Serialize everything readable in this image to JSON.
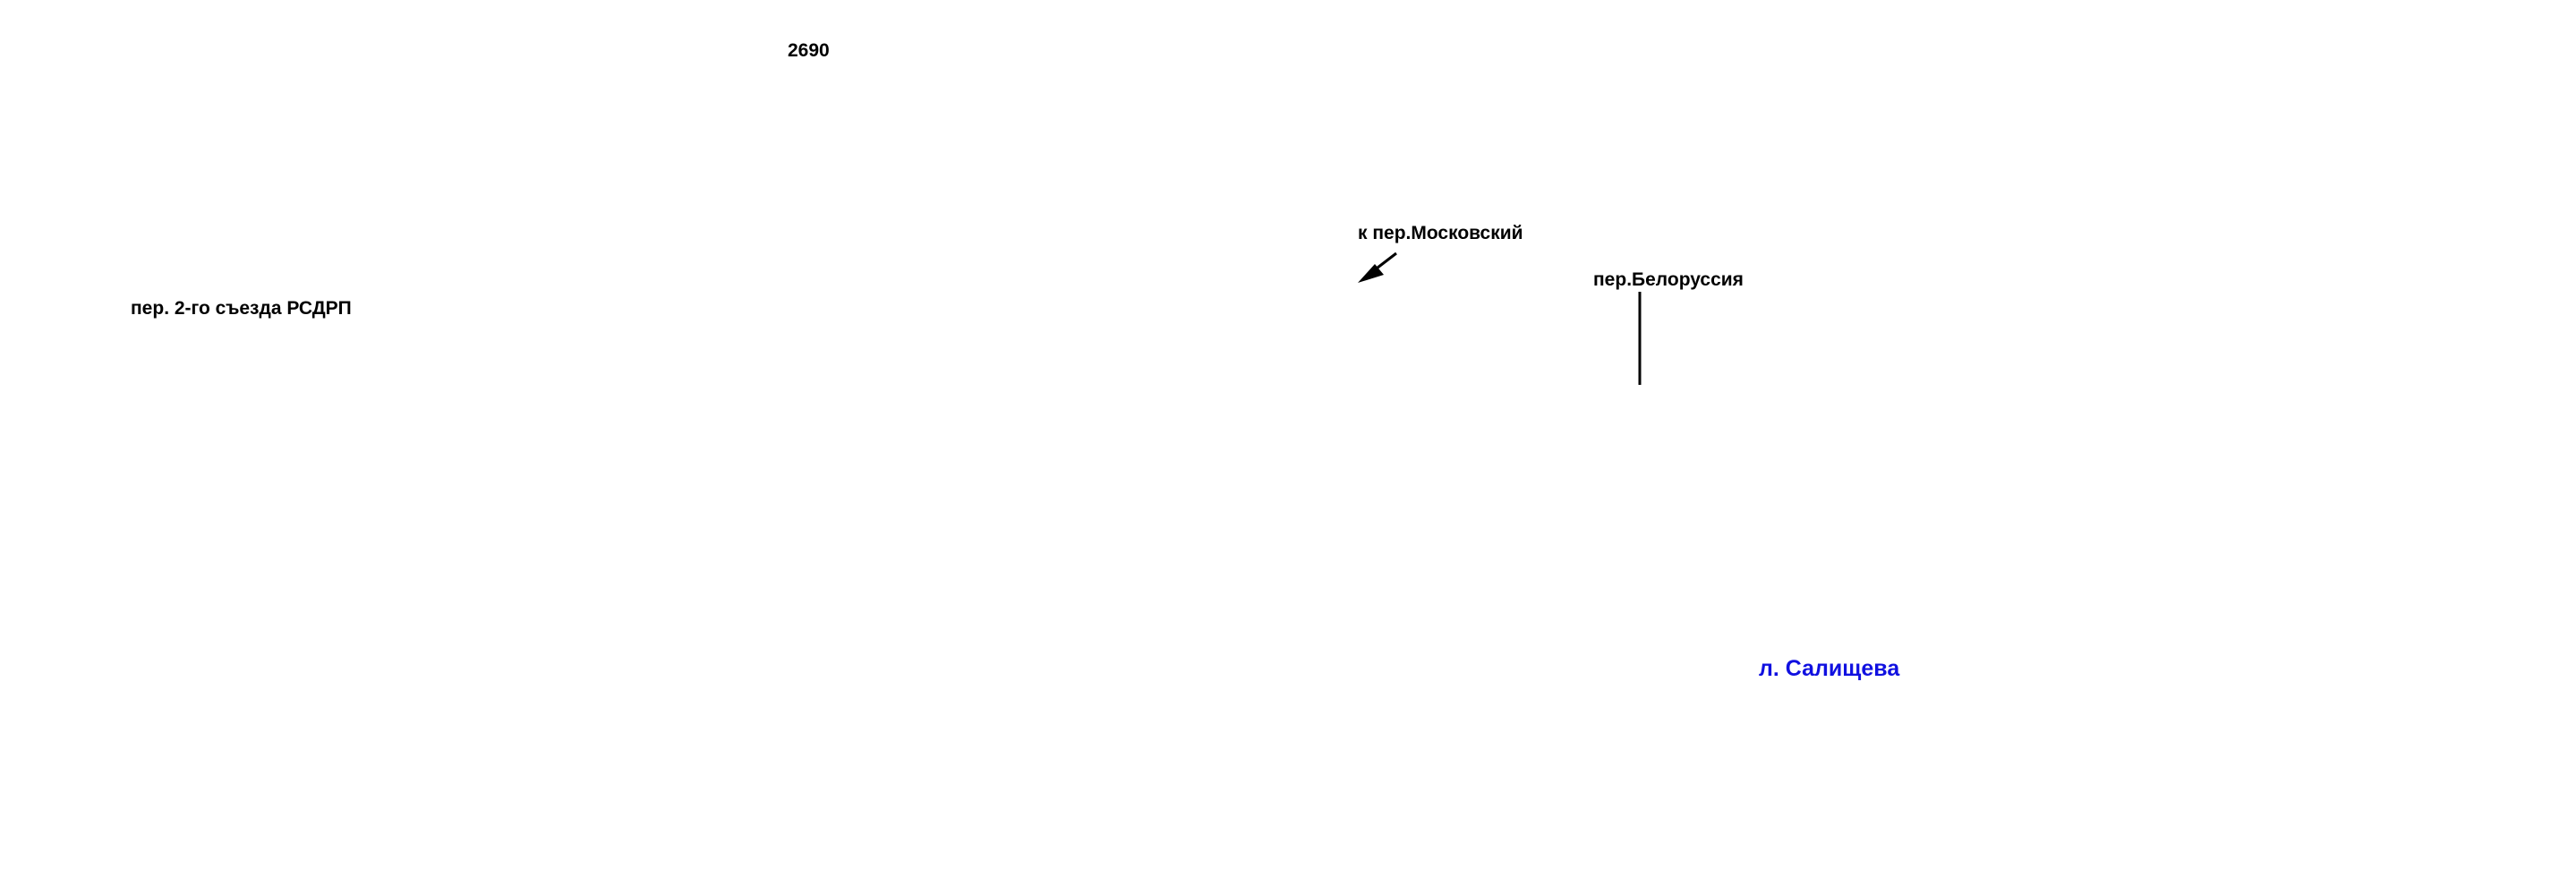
{
  "map": {
    "labels": {
      "number": "2690",
      "moskovsky": "к пер.Московский",
      "belorussiya": "пер.Белоруссия",
      "rsdrp": "пер. 2-го съезда РСДРП",
      "salishcheva": "л. Салищева"
    },
    "colors": {
      "background": "#ffffff",
      "label_text": "#000000",
      "street_label": "#1010e0",
      "pointer_line": "#000000"
    }
  }
}
